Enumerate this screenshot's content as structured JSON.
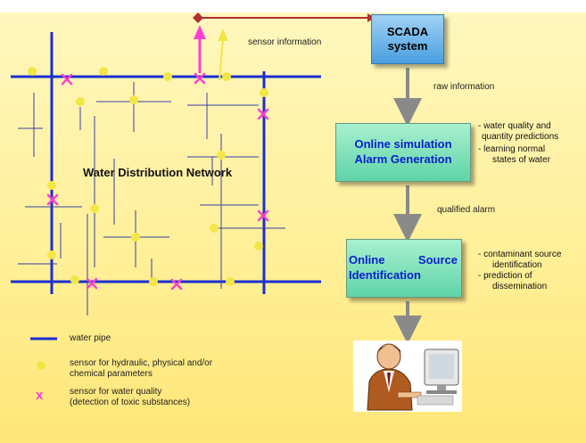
{
  "labels": {
    "sensor_information": "sensor information",
    "raw_information": "raw information",
    "qualified_alarm": "qualified alarm",
    "network_title": "Water Distribution Network"
  },
  "boxes": {
    "scada": {
      "line1": "SCADA",
      "line2": "system"
    },
    "simulation": {
      "line1": "Online simulation",
      "line2": "Alarm Generation"
    },
    "source": {
      "line1a": "Online",
      "line1b": "Source",
      "line2": "Identification"
    }
  },
  "notes": {
    "simulation": [
      "- water quality and",
      "quantity predictions",
      "- learning normal",
      "states of water"
    ],
    "source": [
      "- contaminant source",
      "identification",
      "- prediction of",
      "dissemination"
    ]
  },
  "legend": {
    "pipe": "water pipe",
    "sensor_hydraulic_line1": "sensor for hydraulic, physical and/or",
    "sensor_hydraulic_line2": "chemical parameters",
    "sensor_quality_line1": "sensor for water quality",
    "sensor_quality_line2": "(detection of toxic substances)",
    "x_marker": "x"
  },
  "colors": {
    "pipe": "#1c2fcf",
    "thin_pipe": "#3a3fa8",
    "sensor_dot": "#f2e646",
    "quality_marker": "#ff3fd0",
    "arrow_gray": "#8a8a8a",
    "sensor_arrow_red": "#b03030"
  }
}
